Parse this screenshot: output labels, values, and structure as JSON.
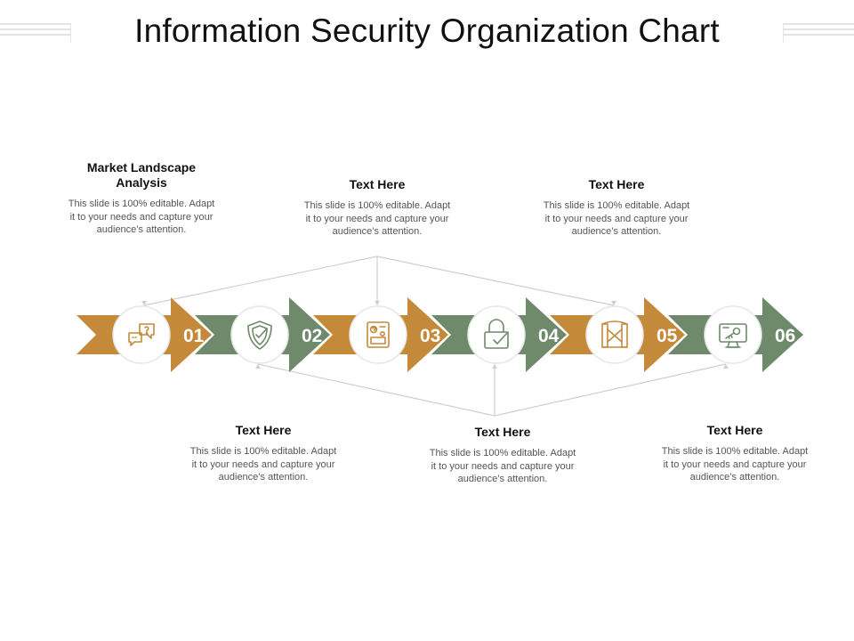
{
  "title": "Information Security Organization Chart",
  "colors": {
    "gold": "#C48A3A",
    "green": "#6E8A6B",
    "circle": "#ffffff",
    "connector": "#cfcfcf",
    "icon_gold": "#C48A3A",
    "icon_green": "#6E8A6B"
  },
  "steps": [
    {
      "number": "01",
      "color": "gold",
      "icon": "chat-question-icon",
      "heading": "Market Landscape Analysis",
      "body": "This slide is 100% editable. Adapt it to your needs and capture your audience’s attention."
    },
    {
      "number": "02",
      "color": "green",
      "icon": "shield-check-icon",
      "heading": "Text Here",
      "body": "This slide is 100% editable. Adapt it to your needs and capture your audience’s attention."
    },
    {
      "number": "03",
      "color": "gold",
      "icon": "id-card-icon",
      "heading": "Text Here",
      "body": "This slide is 100% editable. Adapt it to your needs and capture your audience’s attention."
    },
    {
      "number": "04",
      "color": "green",
      "icon": "padlock-check-icon",
      "heading": "Text Here",
      "body": "This slide is 100% editable. Adapt it to your needs and capture your audience’s attention."
    },
    {
      "number": "05",
      "color": "gold",
      "icon": "security-gate-icon",
      "heading": "Text Here",
      "body": "This slide is 100% editable. Adapt it to your needs and capture your audience’s attention."
    },
    {
      "number": "06",
      "color": "green",
      "icon": "monitor-key-icon",
      "heading": "Text Here",
      "body": "This slide is 100% editable. Adapt it to your needs and capture your audience’s attention."
    }
  ]
}
